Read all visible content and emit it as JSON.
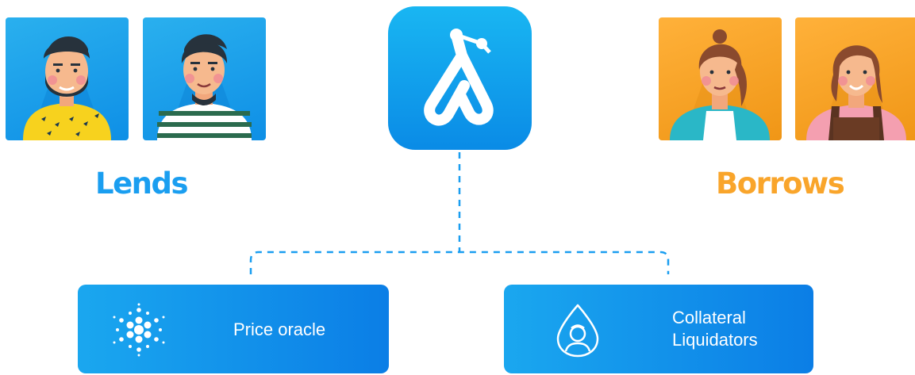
{
  "labels": {
    "lends": "Lends",
    "borrows": "Borrows"
  },
  "cards": {
    "oracle": {
      "text": "Price oracle",
      "icon": "cardano-icon"
    },
    "liquidators": {
      "line1": "Collateral",
      "line2": "Liquidators",
      "icon": "drop-person-icon"
    }
  },
  "colors": {
    "blue": "#1a9ef0",
    "orange": "#f9a52b",
    "connector": "#1a9ef0"
  }
}
